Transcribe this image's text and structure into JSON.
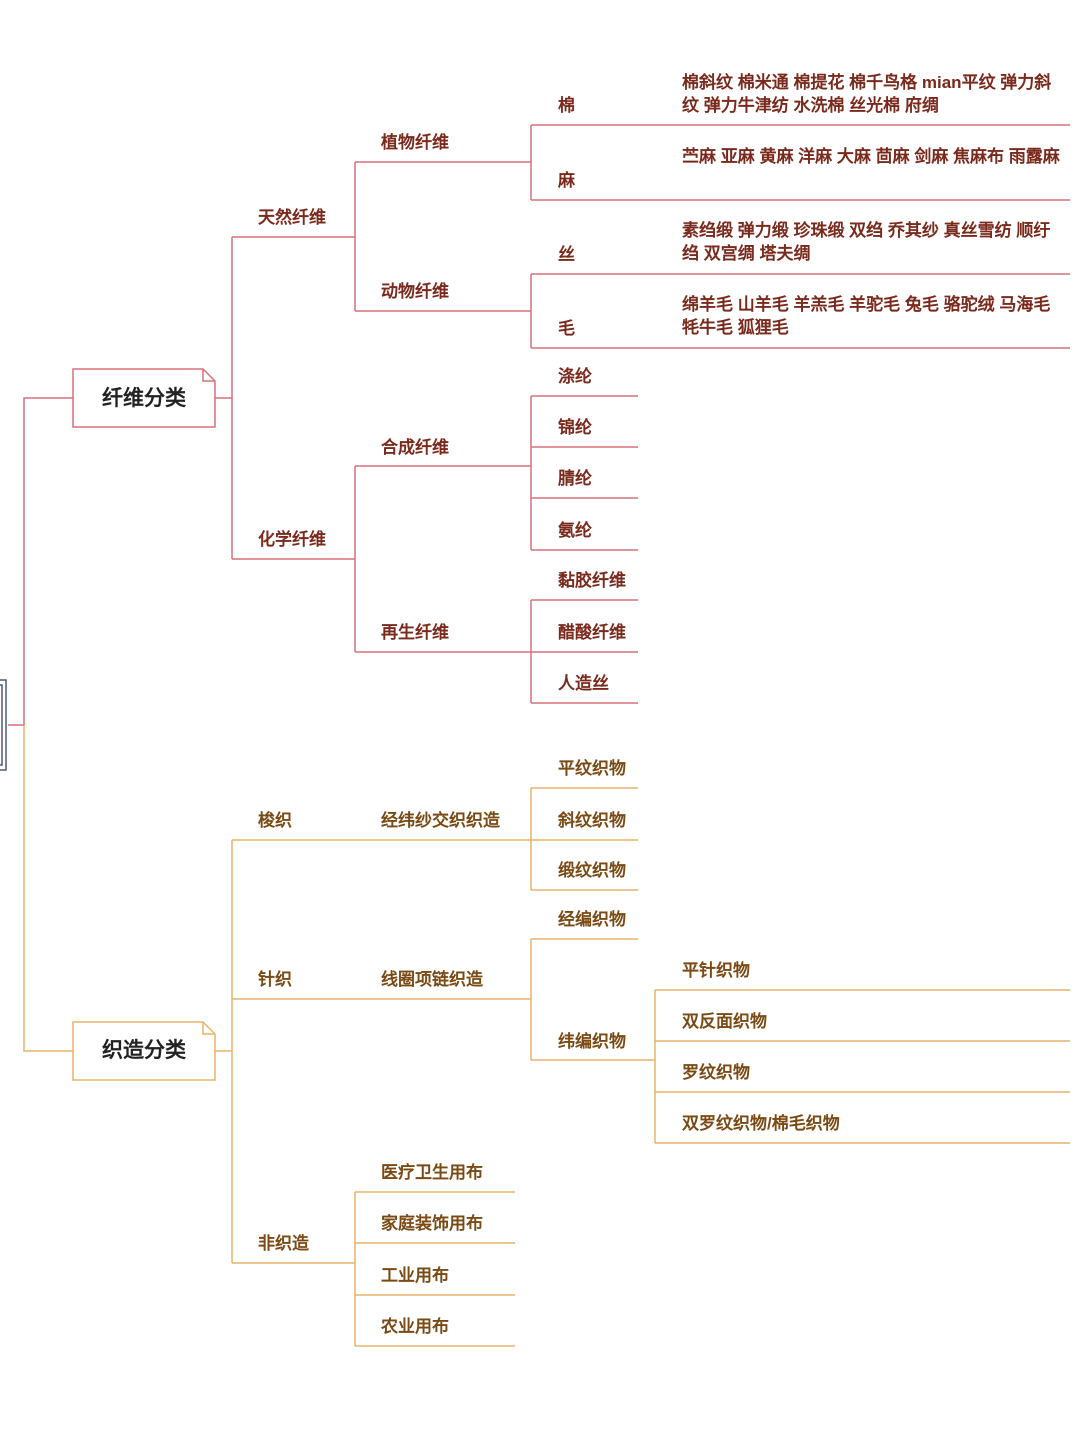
{
  "fiber": {
    "title": "纤维分类",
    "natural": {
      "label": "天然纤维",
      "plant": {
        "label": "植物纤维",
        "cotton": {
          "label": "棉",
          "desc": "棉斜纹 棉米通 棉提花 棉千鸟格 mian平纹 弹力斜纹 弹力牛津纺 水洗棉 丝光棉 府绸"
        },
        "linen": {
          "label": "麻",
          "desc": "苎麻 亚麻 黄麻 洋麻 大麻 茴麻 剑麻 焦麻布 雨露麻"
        }
      },
      "animal": {
        "label": "动物纤维",
        "silk": {
          "label": "丝",
          "desc": "素绉缎 弹力缎 珍珠缎 双绉 乔其纱 真丝雪纺 顺纡绉 双宫绸 塔夫绸"
        },
        "wool": {
          "label": "毛",
          "desc": "绵羊毛 山羊毛 羊羔毛 羊驼毛 兔毛 骆驼绒 马海毛 牦牛毛 狐狸毛"
        }
      }
    },
    "chemical": {
      "label": "化学纤维",
      "synthetic": {
        "label": "合成纤维",
        "items": [
          "涤纶",
          "锦纶",
          "腈纶",
          "氨纶"
        ]
      },
      "regenerated": {
        "label": "再生纤维",
        "items": [
          "黏胶纤维",
          "醋酸纤维",
          "人造丝"
        ]
      }
    }
  },
  "weave": {
    "title": "织造分类",
    "woven": {
      "label": "梭织",
      "method": "经纬纱交织织造",
      "items": [
        "平纹织物",
        "斜纹织物",
        "缎纹织物"
      ]
    },
    "knit": {
      "label": "针织",
      "method": "线圈项链织造",
      "warp": "经编织物",
      "weft": {
        "label": "纬编织物",
        "items": [
          "平针织物",
          "双反面织物",
          "罗纹织物",
          "双罗纹织物/棉毛织物"
        ]
      }
    },
    "nonwoven": {
      "label": "非织造",
      "items": [
        "医疗卫生用布",
        "家庭装饰用布",
        "工业用布",
        "农业用布"
      ]
    }
  },
  "colors": {
    "red_line": "#d9707a",
    "orange_line": "#e8b36a",
    "red_text": "#7a2a1c",
    "orange_text": "#7a4a14"
  }
}
